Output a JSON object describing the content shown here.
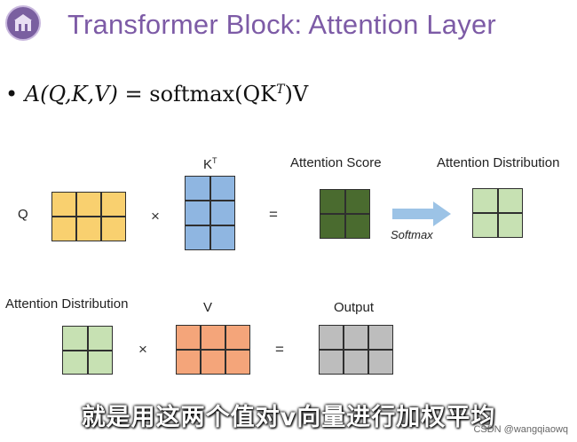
{
  "slide": {
    "title": "Transformer Block: Attention Layer",
    "formula": {
      "bullet": "•",
      "lhs": "A(Q,K,V)",
      "equals": "=",
      "fn": "softmax(QK",
      "sup": "T",
      "rhs": ")V"
    }
  },
  "row1": {
    "q_label": "Q",
    "kt_label": "K",
    "kt_sup": "T",
    "score_label": "Attention Score",
    "dist_label": "Attention Distribution",
    "times": "×",
    "equals": "=",
    "arrow_label": "Softmax"
  },
  "row2": {
    "dist_label": "Attention Distribution",
    "v_label": "V",
    "output_label": "Output",
    "times": "×",
    "equals": "="
  },
  "colors": {
    "q": "#f9d06f",
    "kt": "#8fb6e1",
    "score": "#4a6b2f",
    "dist": "#c7e1b3",
    "v": "#f4a57a",
    "output": "#bdbdbd",
    "arrow": "#9cc3e6",
    "title": "#7d5ba6"
  },
  "icons": {
    "logo": "university-logo-icon",
    "arrow": "arrow-right-icon"
  },
  "subtitle": "就是用这两个值对v向量进行加权平均",
  "watermark": "CSDN @wangqiaowq"
}
